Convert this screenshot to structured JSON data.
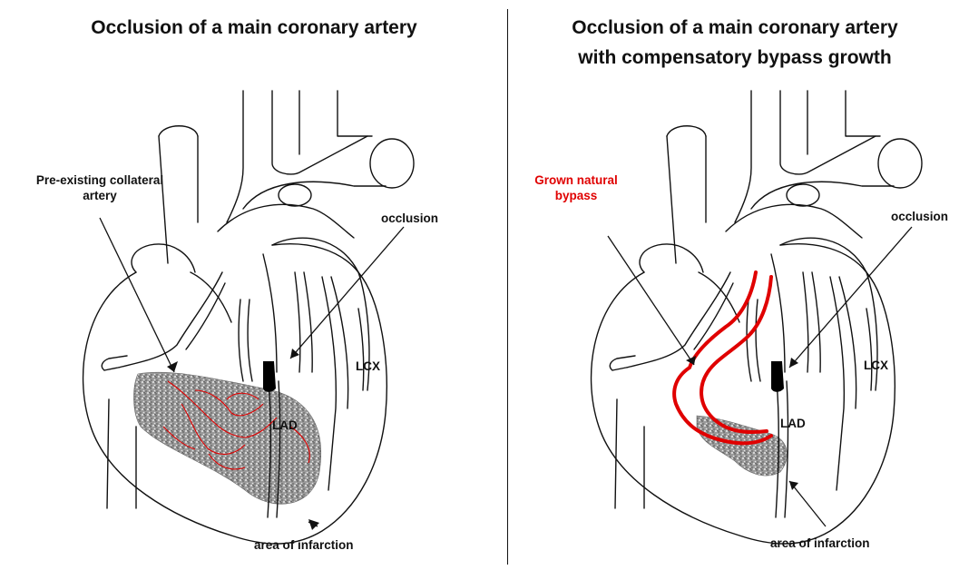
{
  "colors": {
    "ink": "#111111",
    "collateral": "#e00000",
    "infarct": "#8a8a8a"
  },
  "left_panel": {
    "title": "Occlusion of a main coronary artery",
    "labels": {
      "collateral": "Pre-existing collateral artery",
      "occlusion": "occlusion",
      "lcx": "LCX",
      "lad": "LAD",
      "infarction": "area of infarction"
    }
  },
  "right_panel": {
    "title_line1": "Occlusion of a main coronary artery",
    "title_line2": "with compensatory bypass growth",
    "labels": {
      "bypass": "Grown natural bypass",
      "occlusion": "occlusion",
      "lcx": "LCX",
      "lad": "LAD",
      "infarction": "area of infarction"
    }
  }
}
